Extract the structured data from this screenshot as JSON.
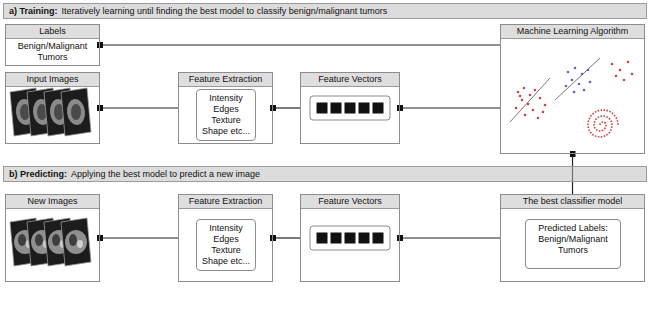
{
  "diagram": {
    "nodes": [
      {
        "text": [
          "a) Training:",
          "Iteratively learning until finding the best model to classify benign/malignant tumors"
        ]
      },
      {
        "text": [
          "Labels",
          "Benign/Malignant Tumors"
        ]
      },
      {
        "text": [
          "Input Images"
        ]
      },
      {
        "text": [
          "Feature Extraction"
        ]
      },
      {
        "text": [
          "Intensity Edges Texture Shape etc..."
        ],
        "in": 3
      },
      {
        "text": [
          "Feature Vectors"
        ]
      },
      {
        "text": [
          "Machine Learning Algorithm"
        ]
      },
      {
        "text": [
          "b) Predicting:",
          "Applying the best model to predict a new image"
        ]
      },
      {
        "text": [
          "New Images"
        ]
      },
      {
        "text": [
          "Feature Extraction"
        ]
      },
      {
        "text": [
          "Intensity Edges Texture Shape etc..."
        ],
        "in": 9
      },
      {
        "text": [
          "Feature Vectors"
        ]
      },
      {
        "text": [
          "The best classifier model"
        ]
      },
      {
        "text": [
          "Predicted Labels: Benign/Malignant Tumors"
        ],
        "in": 12
      }
    ],
    "edges": [
      {
        "from": 1,
        "to": 6,
        "arrow": "none"
      },
      {
        "from": 2,
        "to": 3,
        "arrow": "none"
      },
      {
        "from": 3,
        "to": 5,
        "arrow": "none"
      },
      {
        "from": 5,
        "to": 6,
        "arrow": "none"
      },
      {
        "from": 6,
        "to": 12,
        "arrow": "none"
      },
      {
        "from": 8,
        "to": 9,
        "arrow": "none"
      },
      {
        "from": 9,
        "to": 11,
        "arrow": "none"
      },
      {
        "from": 11,
        "to": 12,
        "arrow": "none"
      }
    ]
  }
}
